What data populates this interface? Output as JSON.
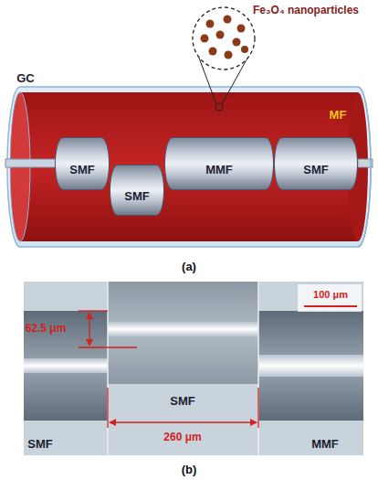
{
  "diagram": {
    "nodes": [
      {
        "text": [
          "SMF"
        ]
      },
      {
        "text": [
          "SMF"
        ]
      },
      {
        "text": [
          "MMF"
        ]
      },
      {
        "text": [
          "SMF"
        ]
      }
    ],
    "labels": [
      "Fe₃O₄ nanoparticles",
      "GC",
      "MF",
      "(a)",
      "100 μm",
      "62.5 μm",
      "SMF",
      "260 μm",
      "SMF",
      "MMF",
      "(b)"
    ]
  }
}
